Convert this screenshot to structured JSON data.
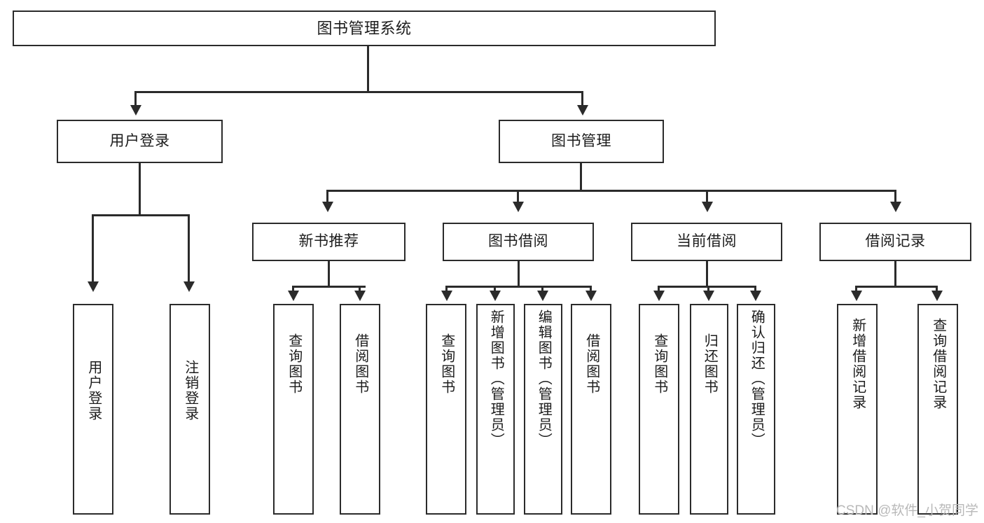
{
  "diagram": {
    "title": "图书管理系统",
    "watermark": "CSDN @软件_小贺同学",
    "levels": {
      "root": {
        "label": "图书管理系统"
      },
      "level2": [
        {
          "label": "用户登录"
        },
        {
          "label": "图书管理"
        }
      ],
      "level3": [
        {
          "label": "新书推荐"
        },
        {
          "label": "图书借阅"
        },
        {
          "label": "当前借阅"
        },
        {
          "label": "借阅记录"
        }
      ],
      "leaves": [
        {
          "label": "用户登录"
        },
        {
          "label": "注销登录"
        },
        {
          "label": "查询图书"
        },
        {
          "label": "借阅图书"
        },
        {
          "label": "查询图书"
        },
        {
          "label": "新增图书（管理员）"
        },
        {
          "label": "编辑图书（管理员）"
        },
        {
          "label": "借阅图书"
        },
        {
          "label": "查询图书"
        },
        {
          "label": "归还图书"
        },
        {
          "label": "确认归还（管理员）"
        },
        {
          "label": "新增借阅记录"
        },
        {
          "label": "查询借阅记录"
        }
      ]
    },
    "colors": {
      "stroke": "#2b2b2b",
      "fill": "#ffffff",
      "text": "#1c1c1c",
      "watermark": "#b9b9b9"
    }
  }
}
